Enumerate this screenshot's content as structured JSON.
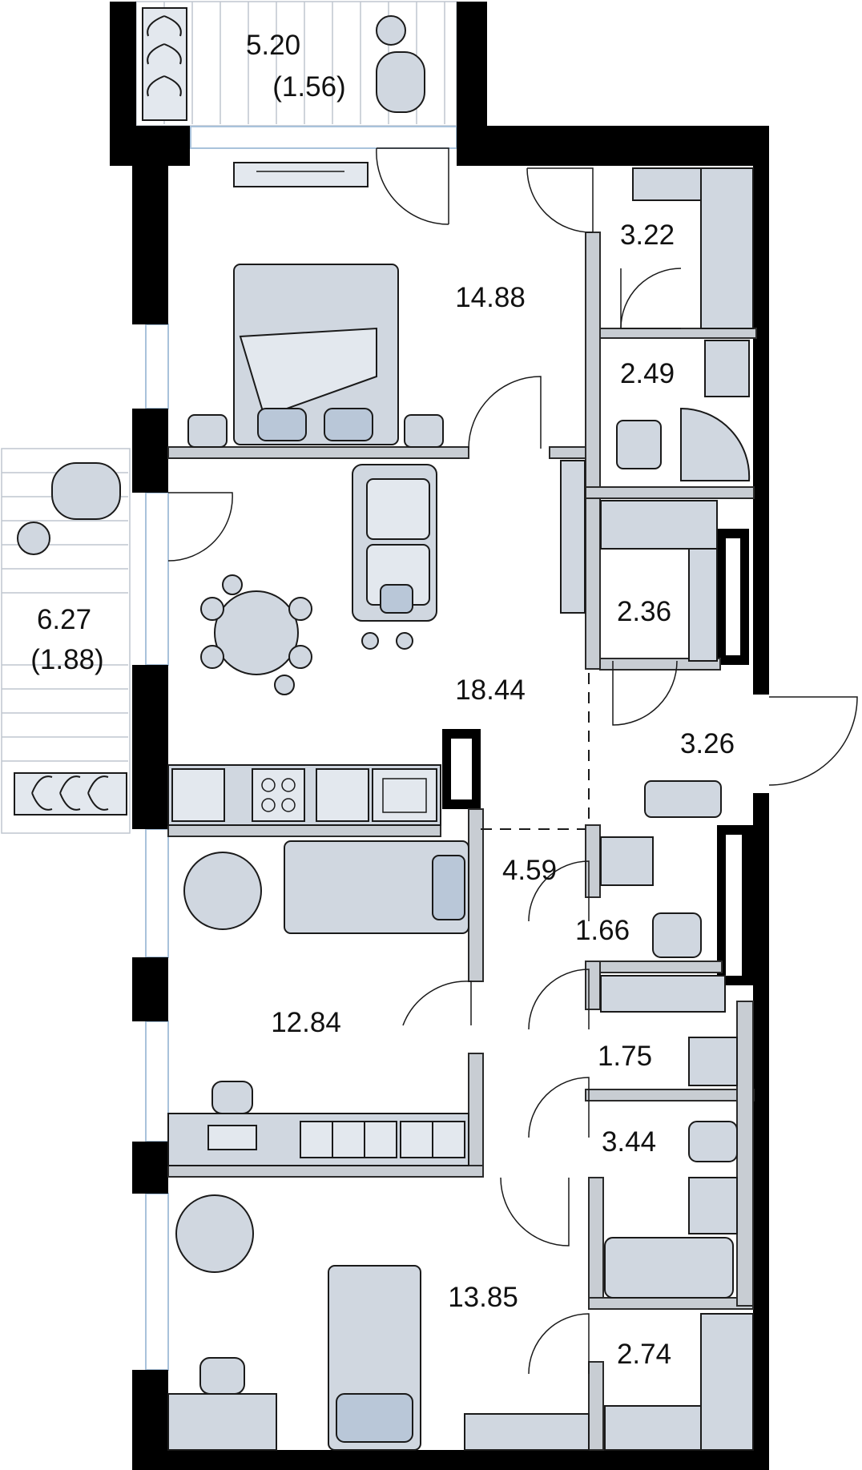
{
  "plan": {
    "balconies": [
      {
        "id": "balcony-top",
        "area": "5.20",
        "area_coef": "(1.56)"
      },
      {
        "id": "balcony-left",
        "area": "6.27",
        "area_coef": "(1.88)"
      }
    ],
    "rooms": [
      {
        "id": "bedroom-main",
        "area": "14.88"
      },
      {
        "id": "wardrobe-top",
        "area": "3.22"
      },
      {
        "id": "bathroom-top",
        "area": "2.49"
      },
      {
        "id": "wardrobe-mid",
        "area": "2.36"
      },
      {
        "id": "living-kitchen",
        "area": "18.44"
      },
      {
        "id": "entrance-hall",
        "area": "3.26"
      },
      {
        "id": "corridor",
        "area": "4.59"
      },
      {
        "id": "wc",
        "area": "1.66"
      },
      {
        "id": "laundry",
        "area": "1.75"
      },
      {
        "id": "bathroom-bottom",
        "area": "3.44"
      },
      {
        "id": "bedroom-mid",
        "area": "12.84"
      },
      {
        "id": "bedroom-bottom",
        "area": "13.85"
      },
      {
        "id": "wardrobe-bottom",
        "area": "2.74"
      }
    ]
  },
  "colors": {
    "walls": "#000000",
    "partitions": "#c8cdd3",
    "furniture": "#d0d7e0",
    "accent": "#b9c7d8",
    "windows": "#a9c2db"
  }
}
